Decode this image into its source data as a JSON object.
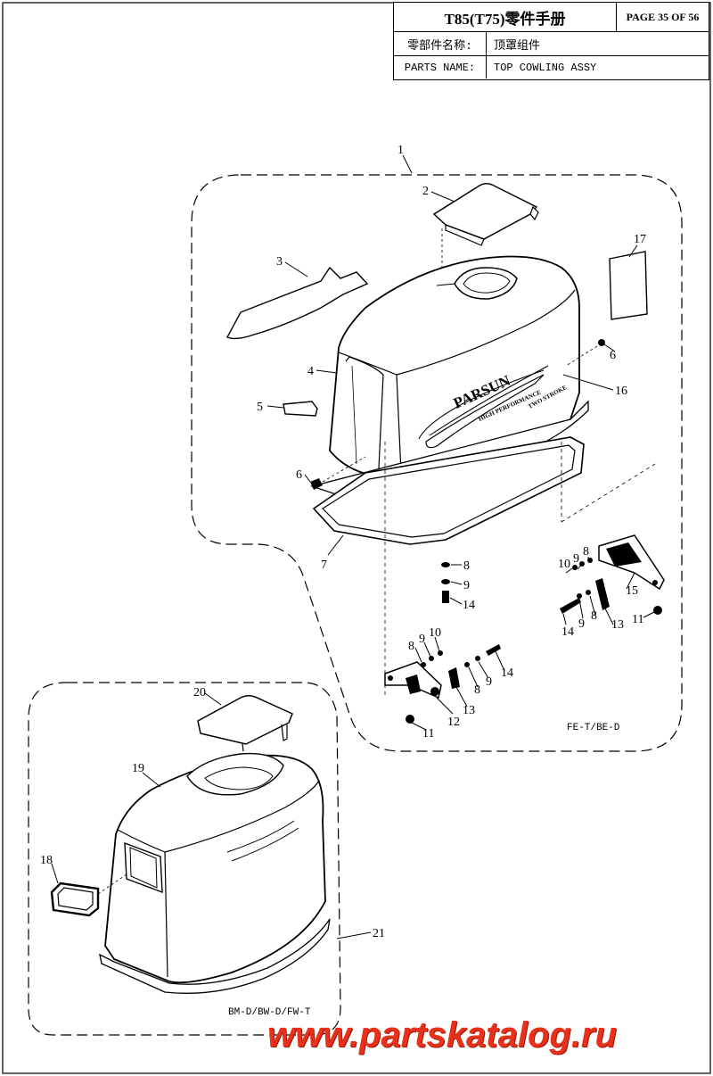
{
  "title_block": {
    "manual_title": "T85(T75)零件手册",
    "page": "PAGE 35 OF 56",
    "cn_label": "零部件名称:",
    "cn_value": "顶罩组件",
    "en_label": "PARTS NAME:",
    "en_value": "TOP COWLING ASSY"
  },
  "callouts": {
    "c1": "1",
    "c2": "2",
    "c3": "3",
    "c4": "4",
    "c5": "5",
    "c6a": "6",
    "c6b": "6",
    "c7": "7",
    "c8a": "8",
    "c9a": "9",
    "c14a": "14",
    "c10a": "10",
    "c9b": "9",
    "c8b": "8",
    "c8c": "8",
    "c9c": "9",
    "c13a": "13",
    "c15": "15",
    "c14b": "14",
    "c11a": "11",
    "c16": "16",
    "c17": "17",
    "c8d": "8",
    "c9d": "9",
    "c10b": "10",
    "c14c": "14",
    "c9e": "9",
    "c8e": "8",
    "c12": "12",
    "c13b": "13",
    "c11b": "11",
    "c18": "18",
    "c19": "19",
    "c20": "20",
    "c21": "21"
  },
  "decals": {
    "brand": "PARSUN",
    "tagline": "HIGH PERFORMANCE",
    "engine": "TWO STROKE"
  },
  "variants": {
    "upper": "FE-T/BE-D",
    "lower": "BM-D/BW-D/FW-T"
  },
  "watermark": "www.partskatalog.ru"
}
